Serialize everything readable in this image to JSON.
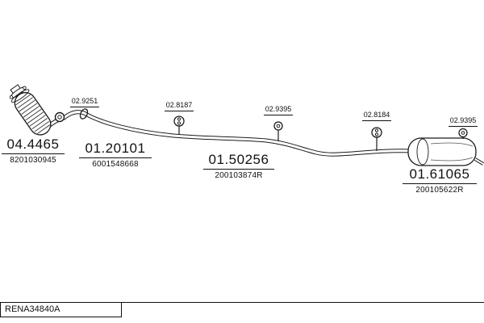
{
  "colors": {
    "ink": "#111111",
    "background": "#ffffff"
  },
  "parts": [
    {
      "code": "04.4465",
      "oem": "8201030945"
    },
    {
      "code": "01.20101",
      "oem": "6001548668"
    },
    {
      "code": "01.50256",
      "oem": "200103874R"
    },
    {
      "code": "01.61065",
      "oem": "200105622R"
    }
  ],
  "mounts": [
    {
      "code": "02.9251"
    },
    {
      "code": "02.8187"
    },
    {
      "code": "02.9395"
    },
    {
      "code": "02.8184"
    },
    {
      "code": "02.9395"
    }
  ],
  "footer": {
    "ref_code": "RENA34840A"
  }
}
